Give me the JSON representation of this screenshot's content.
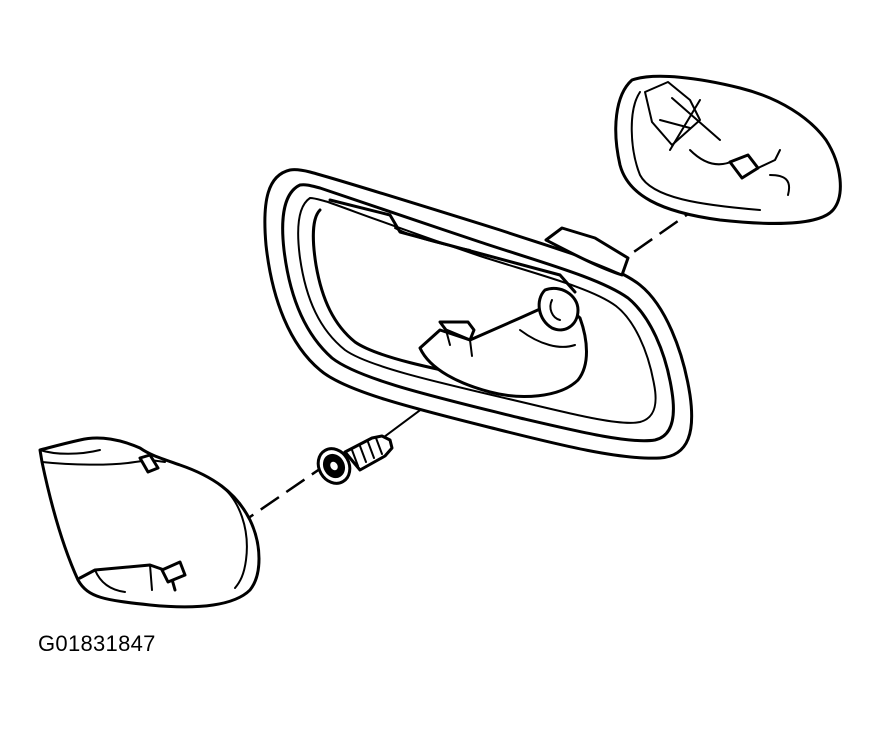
{
  "figure": {
    "id_label": "G01831847",
    "parts": [
      {
        "name": "mirror-head-trim-cover"
      },
      {
        "name": "mirror-housing-frame"
      },
      {
        "name": "mounting-screw"
      },
      {
        "name": "front-cover"
      }
    ]
  },
  "colors": {
    "ink": "#000000",
    "background": "#ffffff"
  }
}
